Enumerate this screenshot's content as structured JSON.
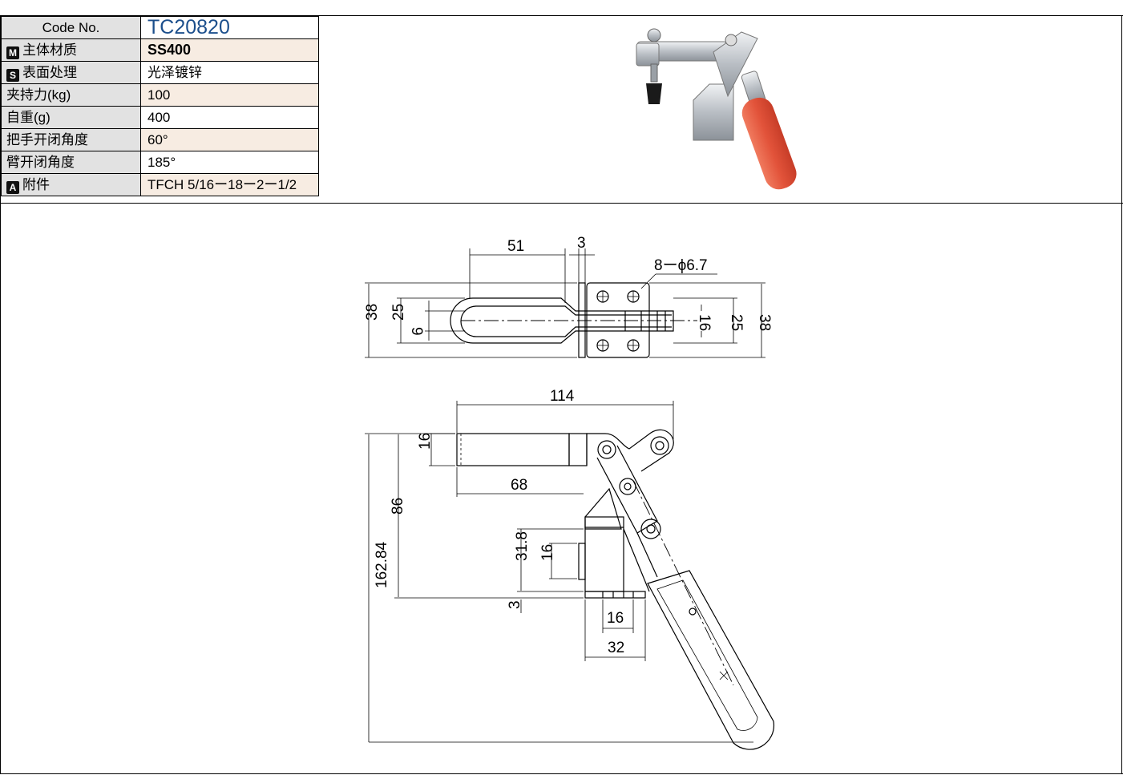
{
  "spec": {
    "code_label": "Code No.",
    "code_value": "TC20820",
    "rows": [
      {
        "badge": "M",
        "label": "主体材质",
        "value": "SS400"
      },
      {
        "badge": "S",
        "label": "表面处理",
        "value": "光泽镀锌"
      },
      {
        "badge": "",
        "label": "夹持力(kg)",
        "value": "100"
      },
      {
        "badge": "",
        "label": "自重(g)",
        "value": "400"
      },
      {
        "badge": "",
        "label": "把手开闭角度",
        "value": "60°"
      },
      {
        "badge": "",
        "label": "臂开闭角度",
        "value": "185°"
      },
      {
        "badge": "A",
        "label": "附件",
        "value": "TFCH 5/16ー18ー2ー1/2"
      }
    ]
  },
  "drawing": {
    "top_view": {
      "dim_51": "51",
      "dim_3": "3",
      "dim_holes": "8ーϕ6.7",
      "dim_38_left": "38",
      "dim_25_left": "25",
      "dim_9": "9",
      "dim_16": "16",
      "dim_25_right": "25",
      "dim_38_right": "38"
    },
    "side_view": {
      "dim_114": "114",
      "dim_16_arm": "16",
      "dim_68": "68",
      "dim_86": "86",
      "dim_162": "162.84",
      "dim_31": "31.8",
      "dim_16_base": "16",
      "dim_3": "3",
      "dim_16_bottom": "16",
      "dim_32": "32"
    }
  },
  "colors": {
    "code": "#1c4f8c",
    "label_bg": "#e2e2e2",
    "value_tint": "#f7ece2",
    "handle": "#e2533a"
  }
}
